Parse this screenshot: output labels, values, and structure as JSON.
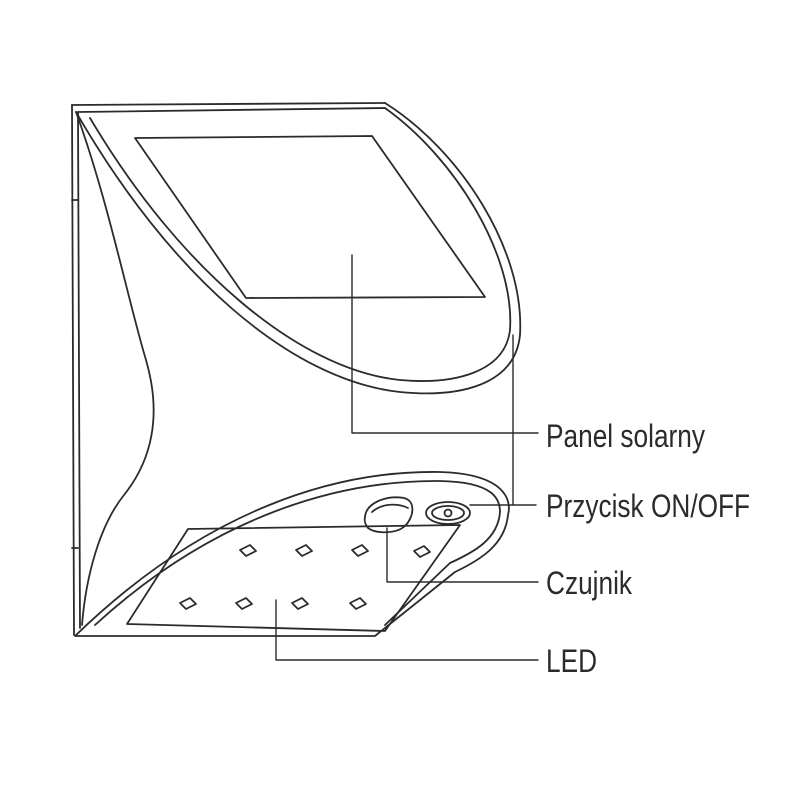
{
  "labels": {
    "solar_panel": "Panel solarny",
    "power_button": "Przycisk ON/OFF",
    "sensor": "Czujnik",
    "led": "LED"
  },
  "colors": {
    "line": "#2b2b2b",
    "background": "#ffffff"
  }
}
